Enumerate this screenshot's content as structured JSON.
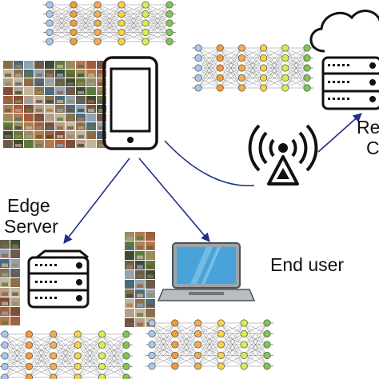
{
  "labels": {
    "edge_line1": "Edge",
    "edge_line2": "Server",
    "end_user": "End user",
    "remote_line1": "Re",
    "remote_line2": "C"
  },
  "node_colors": [
    "#a8c8f0",
    "#f39c3c",
    "#f0ad52",
    "#f7d24a",
    "#d6ee52",
    "#7ec850"
  ],
  "photo_tints": [
    "#8a6f4e",
    "#5b7a3c",
    "#b4a08a",
    "#6d5a4b",
    "#a35d3a",
    "#4e6a7a",
    "#9c8b5d",
    "#c2b59b",
    "#3f4a35",
    "#7d4f3a",
    "#8fa3b0",
    "#b07a50"
  ],
  "edge_color": "#1f2f8a",
  "diagram": {
    "nodes": [
      "smartphone",
      "remote-cloud-server",
      "edge-server",
      "laptop",
      "cell-tower"
    ],
    "connections": [
      {
        "from": "smartphone",
        "to": "remote-cloud-server",
        "via": "cell-tower"
      },
      {
        "from": "smartphone",
        "to": "edge-server"
      },
      {
        "from": "smartphone",
        "to": "laptop"
      }
    ]
  }
}
